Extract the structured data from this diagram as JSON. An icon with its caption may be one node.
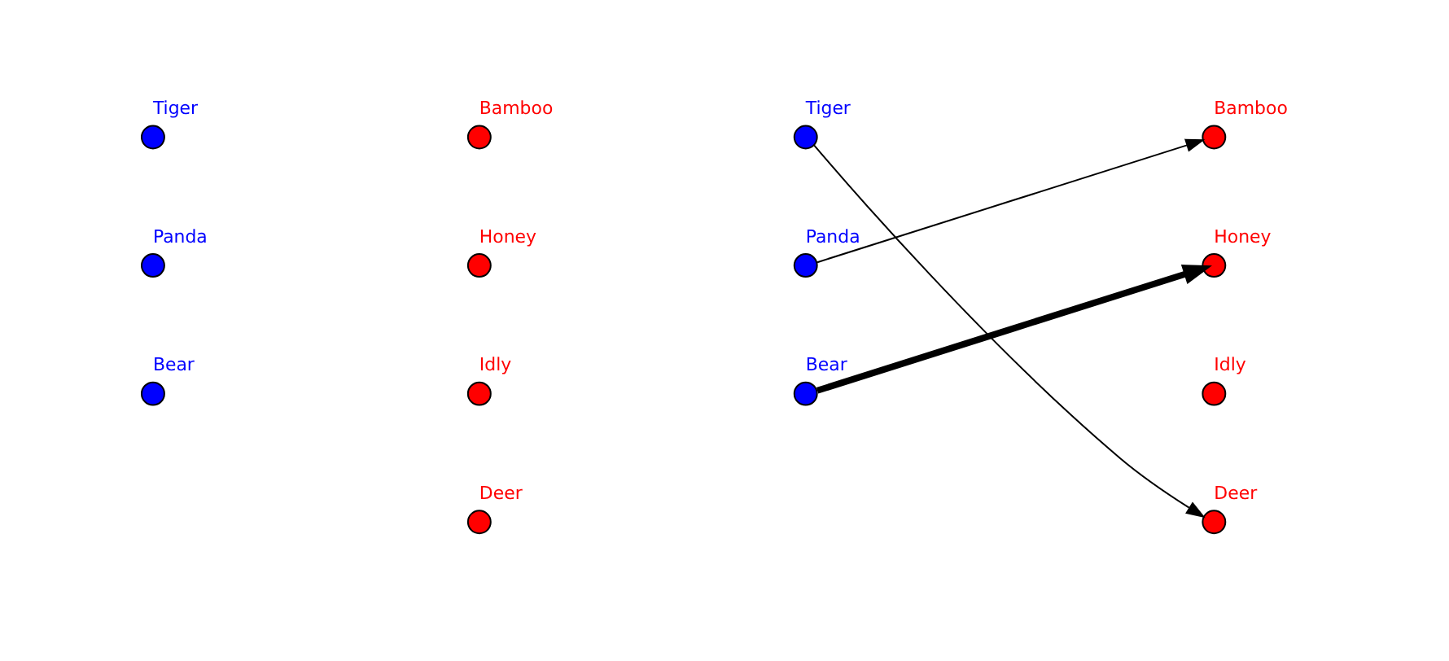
{
  "diagram": {
    "nodes": [
      {
        "text": [],
        "shape": "circle",
        "beside": [
          "Tiger"
        ]
      },
      {
        "text": [],
        "shape": "circle",
        "beside": [
          "Panda"
        ]
      },
      {
        "text": [],
        "shape": "circle",
        "beside": [
          "Bear"
        ]
      },
      {
        "text": [],
        "shape": "circle",
        "beside": [
          "Bamboo"
        ]
      },
      {
        "text": [],
        "shape": "circle",
        "beside": [
          "Honey"
        ]
      },
      {
        "text": [],
        "shape": "circle",
        "beside": [
          "Idly"
        ]
      },
      {
        "text": [],
        "shape": "circle",
        "beside": [
          "Deer"
        ]
      },
      {
        "text": [],
        "shape": "circle",
        "beside": [
          "Tiger"
        ]
      },
      {
        "text": [],
        "shape": "circle",
        "beside": [
          "Panda"
        ]
      },
      {
        "text": [],
        "shape": "circle",
        "beside": [
          "Bear"
        ]
      },
      {
        "text": [],
        "shape": "circle",
        "beside": [
          "Bamboo"
        ]
      },
      {
        "text": [],
        "shape": "circle",
        "beside": [
          "Honey"
        ]
      },
      {
        "text": [],
        "shape": "circle",
        "beside": [
          "Idly"
        ]
      },
      {
        "text": [],
        "shape": "circle",
        "beside": [
          "Deer"
        ]
      }
    ],
    "edges": [
      {
        "from": 7,
        "to": 13,
        "arrow": "to"
      },
      {
        "from": 8,
        "to": 10,
        "arrow": "to"
      },
      {
        "from": 9,
        "to": 11,
        "arrow": "to",
        "style": "thick"
      }
    ]
  }
}
